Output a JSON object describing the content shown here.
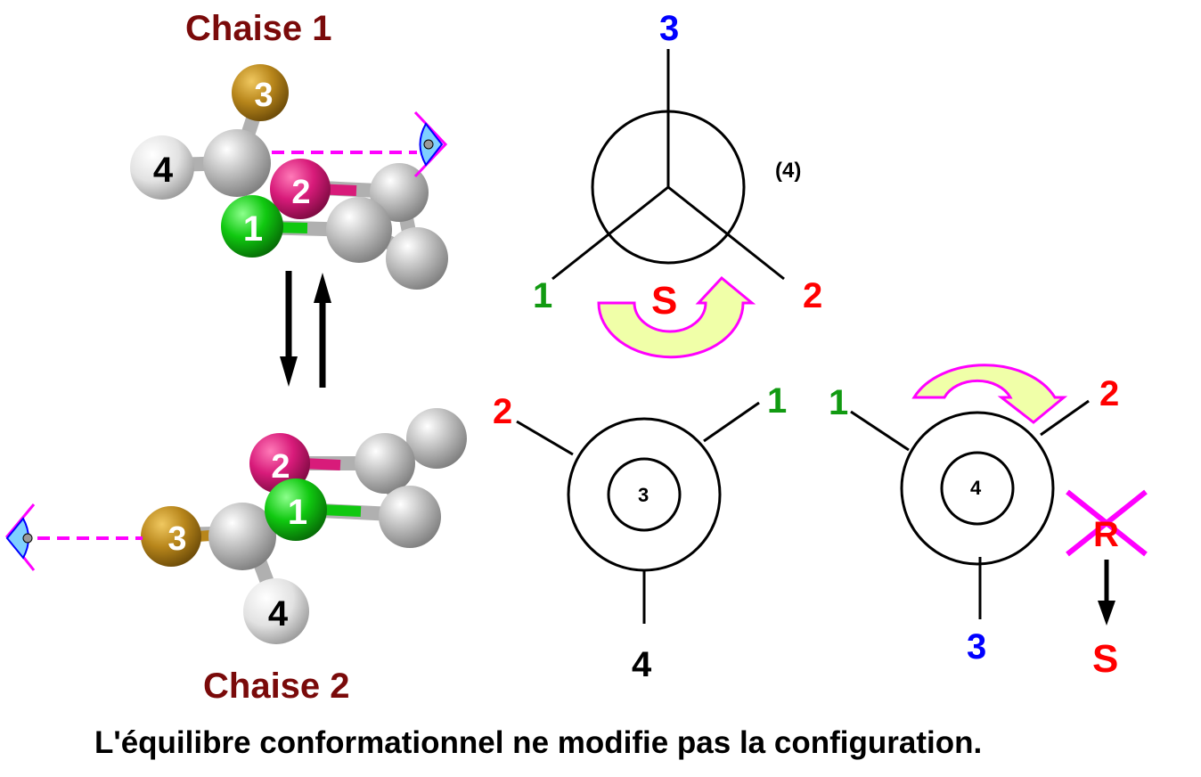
{
  "colors": {
    "title": "#7a0a0a",
    "green": "#119a11",
    "red": "#ff0000",
    "blue": "#0000ff",
    "black": "#000000",
    "magenta": "#ff00ff",
    "arrow_fill": "#f0ffa8",
    "atom_gold": "#b8861b",
    "atom_pink": "#d81b7a",
    "atom_green": "#10c810",
    "atom_white": "#e6e6e6",
    "atom_gray": "#b9b9b9"
  },
  "chair1": {
    "title": "Chaise 1",
    "atoms": {
      "a1": "1",
      "a2": "2",
      "a3": "3",
      "a4": "4"
    }
  },
  "chair2": {
    "title": "Chaise 2",
    "atoms": {
      "a1": "1",
      "a2": "2",
      "a3": "3",
      "a4": "4"
    }
  },
  "newman_top": {
    "top": "3",
    "left": "1",
    "right": "2",
    "back_label": "(4)",
    "rotation_label": "S"
  },
  "newman_bottom_left": {
    "center": "3",
    "upper_left": "2",
    "upper_right": "1",
    "bottom": "4"
  },
  "newman_bottom_right": {
    "center": "4",
    "upper_left": "1",
    "upper_right": "2",
    "bottom": "3",
    "crossed": "R",
    "result": "S"
  },
  "caption": "L'équilibre conformationnel ne modifie pas la configuration."
}
